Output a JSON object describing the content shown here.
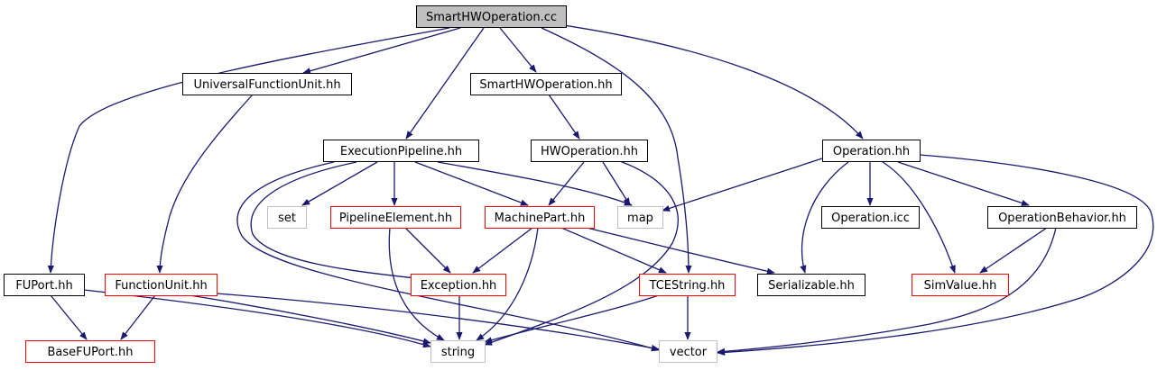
{
  "colors": {
    "edge": "#191970",
    "border_default": "#000000",
    "border_red": "#ff0000",
    "border_gray": "#bfbfbf",
    "root_fill": "#bfbfbf",
    "node_fill": "#ffffff"
  },
  "nodes": [
    {
      "id": "root",
      "label": "SmartHWOperation.cc",
      "style": "root"
    },
    {
      "id": "ufu",
      "label": "UniversalFunctionUnit.hh",
      "style": "black"
    },
    {
      "id": "shw",
      "label": "SmartHWOperation.hh",
      "style": "black"
    },
    {
      "id": "ep",
      "label": "ExecutionPipeline.hh",
      "style": "black"
    },
    {
      "id": "hwop",
      "label": "HWOperation.hh",
      "style": "black"
    },
    {
      "id": "op",
      "label": "Operation.hh",
      "style": "black"
    },
    {
      "id": "set",
      "label": "set",
      "style": "gray"
    },
    {
      "id": "pe",
      "label": "PipelineElement.hh",
      "style": "red"
    },
    {
      "id": "mp",
      "label": "MachinePart.hh",
      "style": "red"
    },
    {
      "id": "map",
      "label": "map",
      "style": "gray"
    },
    {
      "id": "opicc",
      "label": "Operation.icc",
      "style": "black"
    },
    {
      "id": "opb",
      "label": "OperationBehavior.hh",
      "style": "black"
    },
    {
      "id": "fuport",
      "label": "FUPort.hh",
      "style": "black"
    },
    {
      "id": "fu",
      "label": "FunctionUnit.hh",
      "style": "red"
    },
    {
      "id": "exc",
      "label": "Exception.hh",
      "style": "red"
    },
    {
      "id": "tce",
      "label": "TCEString.hh",
      "style": "red"
    },
    {
      "id": "ser",
      "label": "Serializable.hh",
      "style": "black"
    },
    {
      "id": "sim",
      "label": "SimValue.hh",
      "style": "red"
    },
    {
      "id": "bfp",
      "label": "BaseFUPort.hh",
      "style": "red"
    },
    {
      "id": "string",
      "label": "string",
      "style": "gray"
    },
    {
      "id": "vector",
      "label": "vector",
      "style": "gray"
    }
  ],
  "edges": [
    {
      "from": "root",
      "to": "fuport"
    },
    {
      "from": "root",
      "to": "ufu"
    },
    {
      "from": "root",
      "to": "ep"
    },
    {
      "from": "root",
      "to": "shw"
    },
    {
      "from": "root",
      "to": "tce"
    },
    {
      "from": "root",
      "to": "op"
    },
    {
      "from": "ufu",
      "to": "fu"
    },
    {
      "from": "shw",
      "to": "hwop"
    },
    {
      "from": "ep",
      "to": "set"
    },
    {
      "from": "ep",
      "to": "pe"
    },
    {
      "from": "ep",
      "to": "mp"
    },
    {
      "from": "ep",
      "to": "map"
    },
    {
      "from": "ep",
      "to": "exc"
    },
    {
      "from": "ep",
      "to": "vector"
    },
    {
      "from": "hwop",
      "to": "mp"
    },
    {
      "from": "hwop",
      "to": "map"
    },
    {
      "from": "hwop",
      "to": "string"
    },
    {
      "from": "op",
      "to": "map"
    },
    {
      "from": "op",
      "to": "opicc"
    },
    {
      "from": "op",
      "to": "opb"
    },
    {
      "from": "op",
      "to": "ser"
    },
    {
      "from": "op",
      "to": "sim"
    },
    {
      "from": "op",
      "to": "vector"
    },
    {
      "from": "pe",
      "to": "exc"
    },
    {
      "from": "pe",
      "to": "string"
    },
    {
      "from": "mp",
      "to": "exc"
    },
    {
      "from": "mp",
      "to": "tce"
    },
    {
      "from": "mp",
      "to": "ser"
    },
    {
      "from": "mp",
      "to": "string"
    },
    {
      "from": "opb",
      "to": "sim"
    },
    {
      "from": "opb",
      "to": "vector"
    },
    {
      "from": "fuport",
      "to": "bfp"
    },
    {
      "from": "fuport",
      "to": "string"
    },
    {
      "from": "fu",
      "to": "bfp"
    },
    {
      "from": "fu",
      "to": "string"
    },
    {
      "from": "fu",
      "to": "vector"
    },
    {
      "from": "exc",
      "to": "string"
    },
    {
      "from": "tce",
      "to": "string"
    },
    {
      "from": "tce",
      "to": "vector"
    }
  ]
}
